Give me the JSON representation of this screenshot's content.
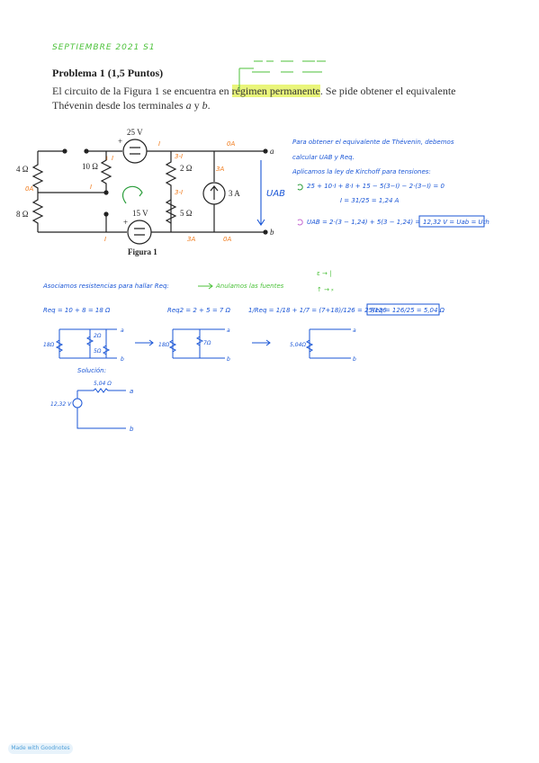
{
  "header": {
    "date_note": "SEPTIEMBRE 2021 S1"
  },
  "problem": {
    "title": "Problema 1 (1,5 Puntos)",
    "statement_pre": "El circuito de la Figura 1 se encuentra en ",
    "statement_highlight": "régimen permanente",
    "statement_post": ". Se pide obtener el equivalente Thévenin desde los terminales ",
    "term_a": "a",
    "y": " y ",
    "term_b": "b",
    "end": "."
  },
  "figure": {
    "caption": "Figura 1",
    "components": {
      "v1": "25 V",
      "v2": "15 V",
      "r1": "4 Ω",
      "r2": "8 Ω",
      "r3": "10 Ω",
      "r4": "2 Ω",
      "r5": "5 Ω",
      "i1": "3 A",
      "term_a": "a",
      "term_b": "b",
      "plus1": "+",
      "plus2": "+"
    },
    "annotations": {
      "oa1": "0A",
      "oa2": "0A",
      "oa_bot": "0A",
      "i_top": "I",
      "i_left": "I",
      "i_mid": "I",
      "i_bot": "I",
      "i_mid2": "I",
      "d1": "3-I",
      "d2": "3-I",
      "a3": "3A",
      "a3b": "3A",
      "uab": "UAB"
    }
  },
  "notes": {
    "line1": "Para obtener el equivalente de Thévenin, debemos",
    "line2": "calcular UAB y Req.",
    "line3": "Aplicamos la ley de Kirchoff para tensiones:",
    "eq1": "25 + 10·I + 8·I + 15 − 5(3−I) − 2·(3−I) = 0",
    "eq2": "I = 31/25 = 1,24 A",
    "eq3": "UAB = 2·(3 − 1,24) + 5(3 − 1,24) =",
    "eq3_box": "12,32 V = Uab = Uth"
  },
  "req": {
    "line": "Asociamos resistencias para hallar Req:",
    "arrow_note": "Anulamos las fuentes",
    "src_v": "ε → |",
    "src_i": "↑ → ⸗",
    "r1": "Req = 10 + 8 = 18 Ω",
    "r2": "Req2 = 2 + 5 = 7 Ω",
    "r3": "1/Req = 1/18 + 1/7 = (7+18)/126 = 25/126",
    "r3_box": "Req = 126/25 = 5,04 Ω",
    "c1_a": "18Ω",
    "c1_b": "2Ω",
    "c1_c": "5Ω",
    "c2_a": "18Ω",
    "c2_b": "7Ω",
    "c3_a": "5,04Ω",
    "t_a": "a",
    "t_b": "b"
  },
  "solution": {
    "label": "Solución:",
    "r": "5,04 Ω",
    "v": "12,32 V",
    "ta": "a",
    "tb": "b"
  },
  "footer": {
    "badge": "Made with Goodnotes"
  },
  "colors": {
    "handwriting_blue": "#1a56d6",
    "handwriting_green": "#4cc23a",
    "annotation_orange": "#f07a1a",
    "highlight": "#e9f57a"
  }
}
